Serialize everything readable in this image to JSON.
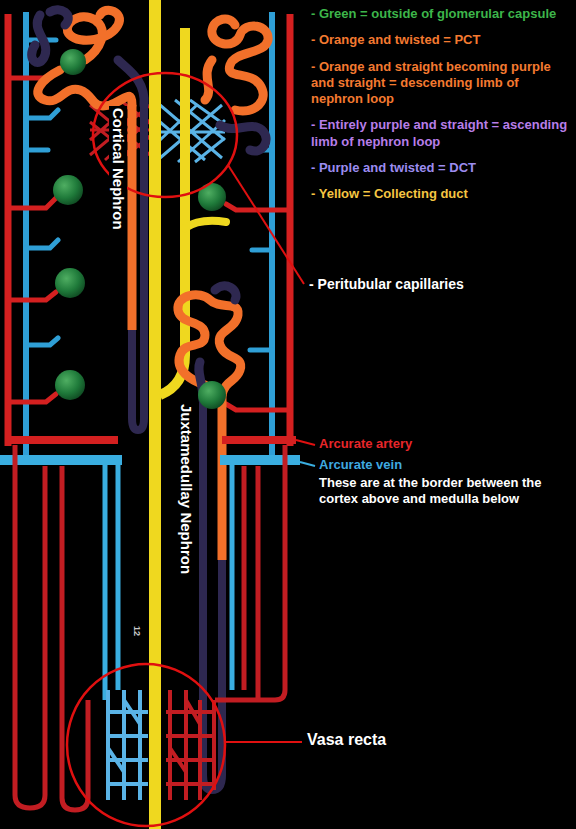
{
  "diagram": {
    "labels": [
      "- Green = outside of glomerular capsule",
      "- Orange and twisted = PCT",
      "- Orange and straight becoming purple and straight = descending limb of nephron loop",
      "- Entirely purple and straight = ascending limb of nephron loop",
      "- Purple and twisted = DCT",
      "- Yellow = Collecting duct",
      "Cortical Nephron",
      "- Peritubular capillaries",
      "Juxtamedullay Nephron",
      "Arcurate artery",
      "Arcurate vein",
      "These are at the border between the cortex above and medulla below",
      "12",
      "Vasa recta"
    ]
  }
}
